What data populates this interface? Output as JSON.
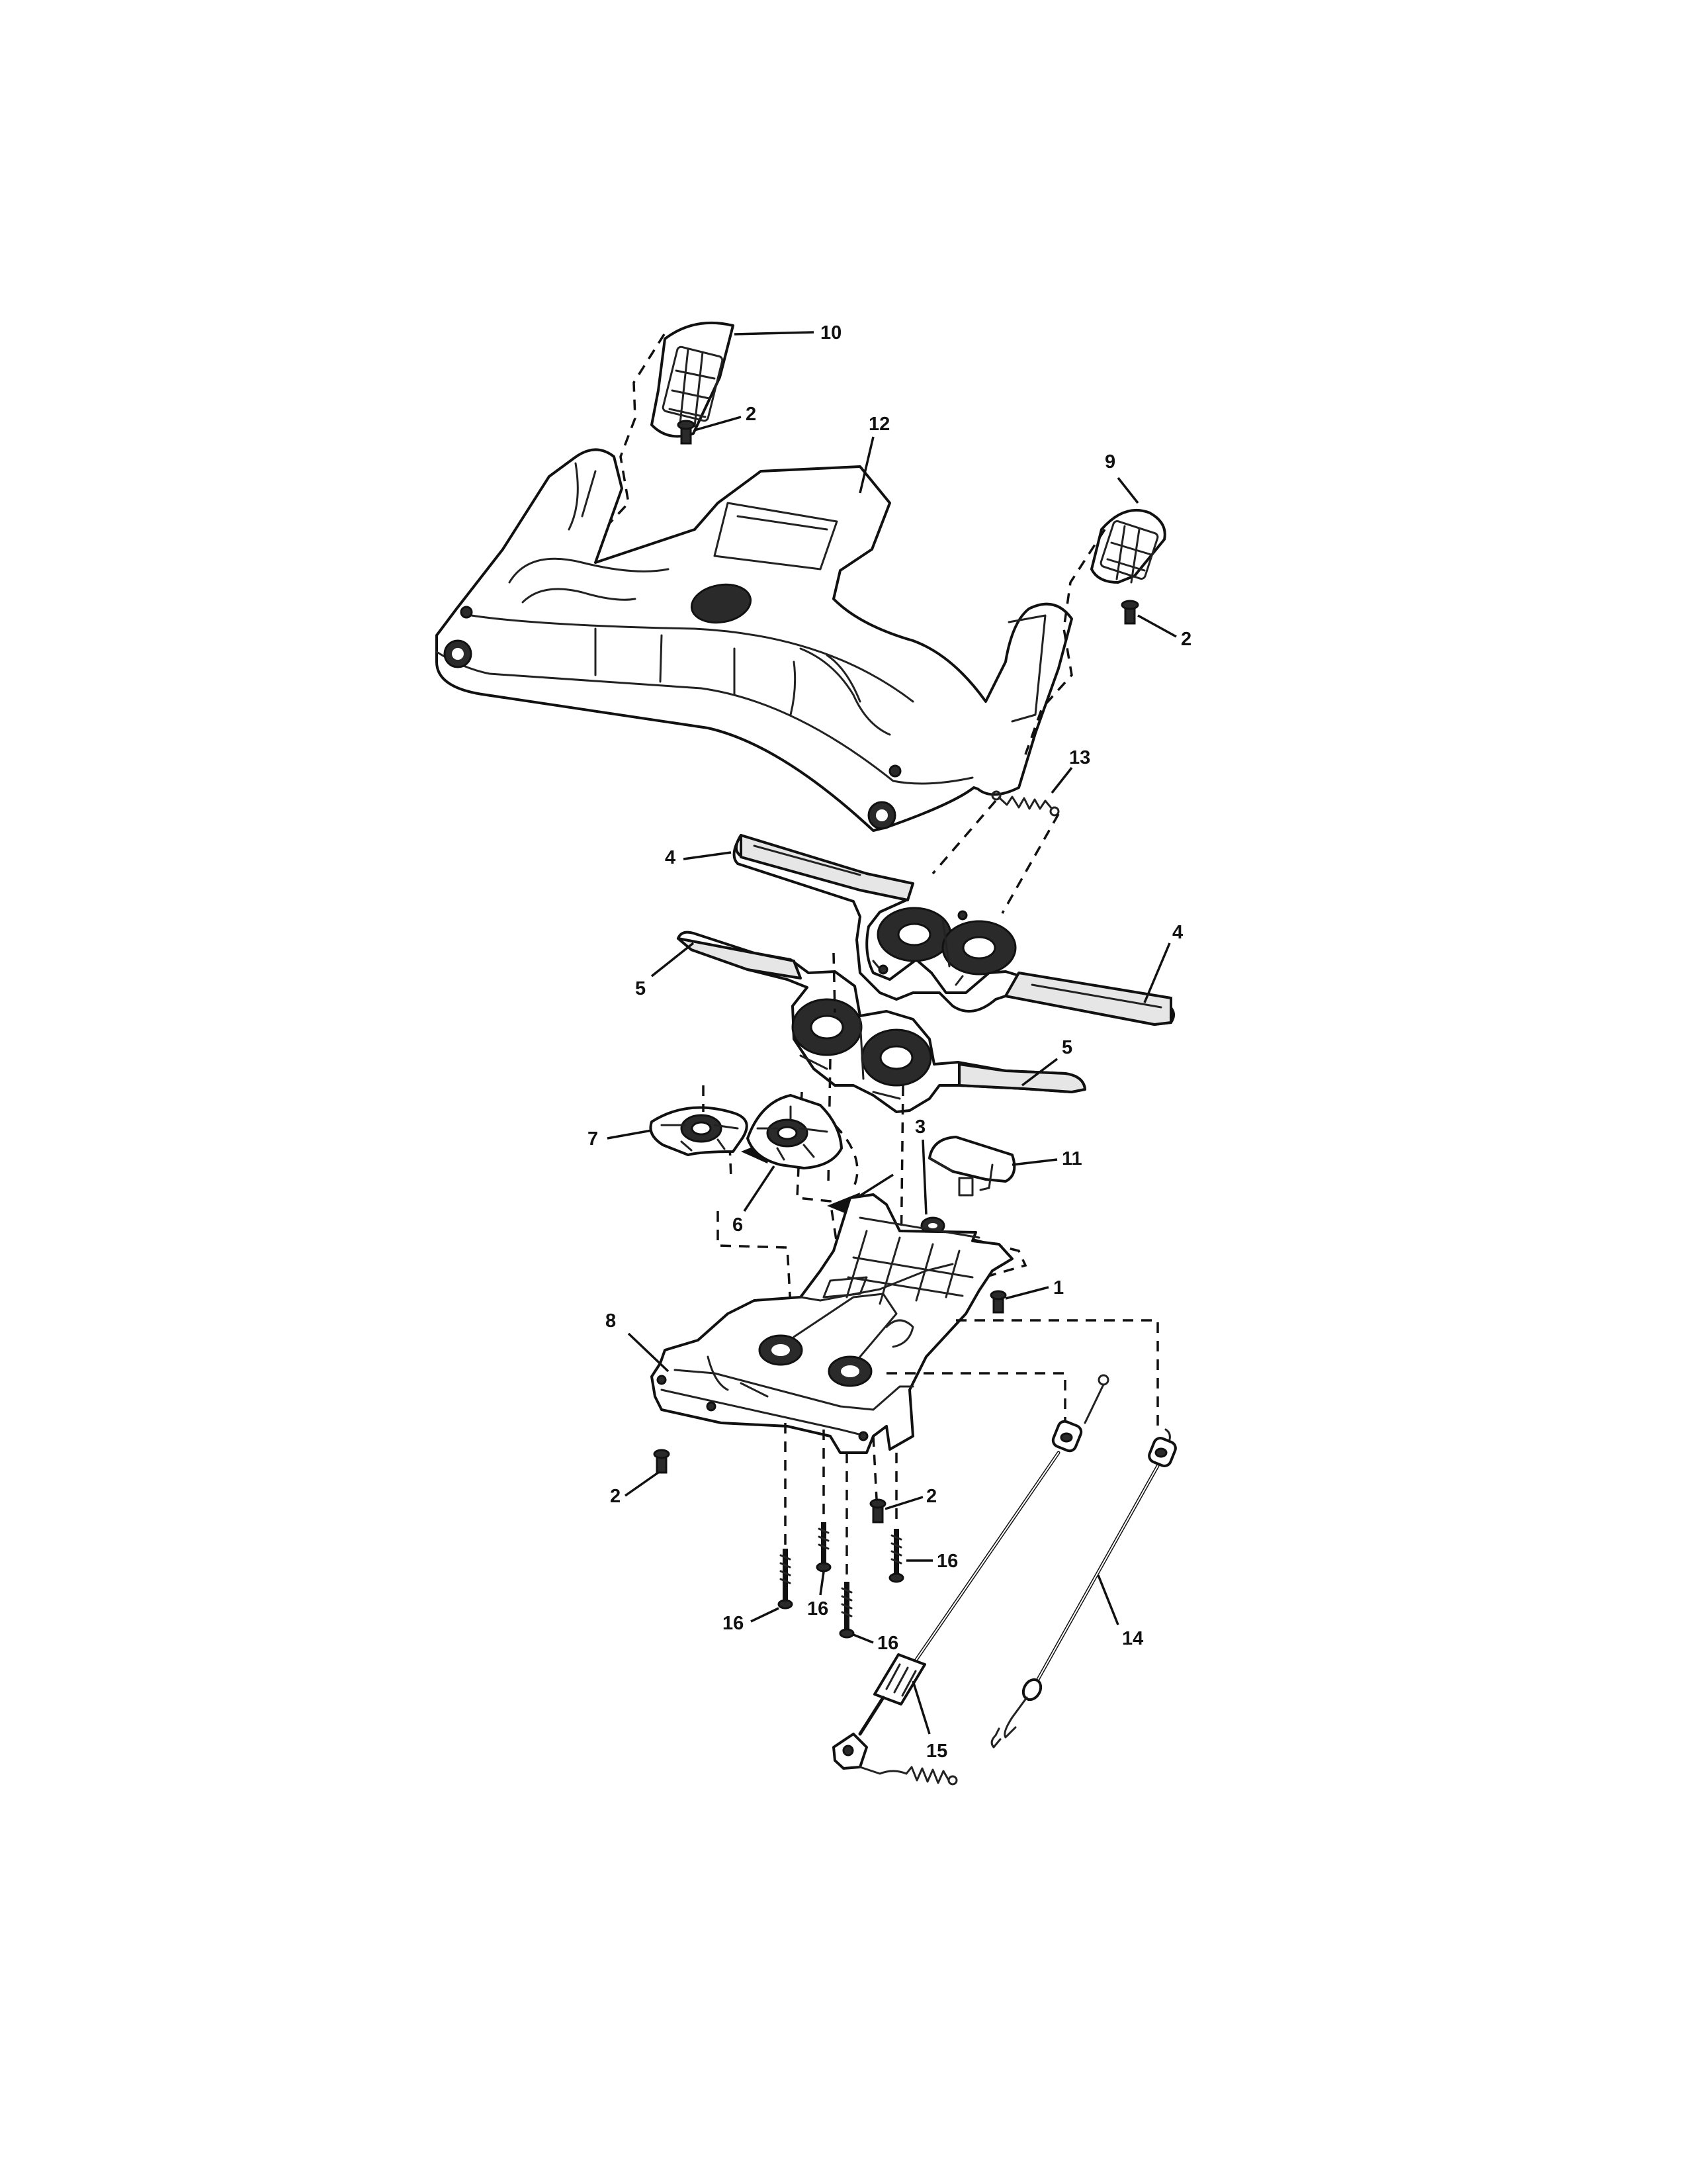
{
  "diagram": {
    "callouts": {
      "c10": "10",
      "c2_top": "2",
      "c12": "12",
      "c9": "9",
      "c2_right": "2",
      "c13": "13",
      "c4_left": "4",
      "c4_right": "4",
      "c5_left": "5",
      "c5_right": "5",
      "c7": "7",
      "c3": "3",
      "c11": "11",
      "c6": "6",
      "c1": "1",
      "c8": "8",
      "c2_left": "2",
      "c2_bottom": "2",
      "c16_a": "16",
      "c16_b": "16",
      "c16_c": "16",
      "c16_d": "16",
      "c14": "14",
      "c15": "15"
    }
  }
}
